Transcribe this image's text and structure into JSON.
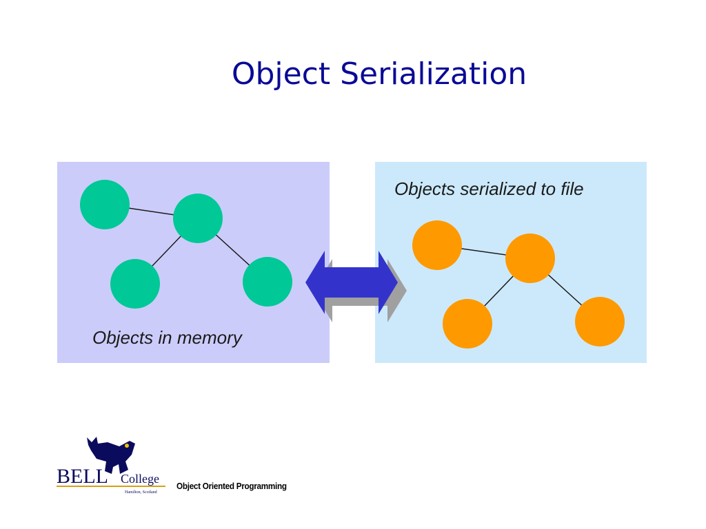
{
  "slide": {
    "title": "Object Serialization"
  },
  "diagram": {
    "left_panel": {
      "label": "Objects in memory",
      "background": "#ccccfb",
      "node_color": "#00c896"
    },
    "right_panel": {
      "label": "Objects serialized to file",
      "background": "#cce9fb",
      "node_color": "#ff9900"
    },
    "arrow": {
      "color": "#3333cc",
      "shadow": "#a0a0a0",
      "direction": "bidirectional"
    }
  },
  "footer": {
    "logo": {
      "name_main": "BELL",
      "name_sub": "College",
      "location": "Hamilton, Scotland"
    },
    "course": "Object Oriented Programming"
  }
}
